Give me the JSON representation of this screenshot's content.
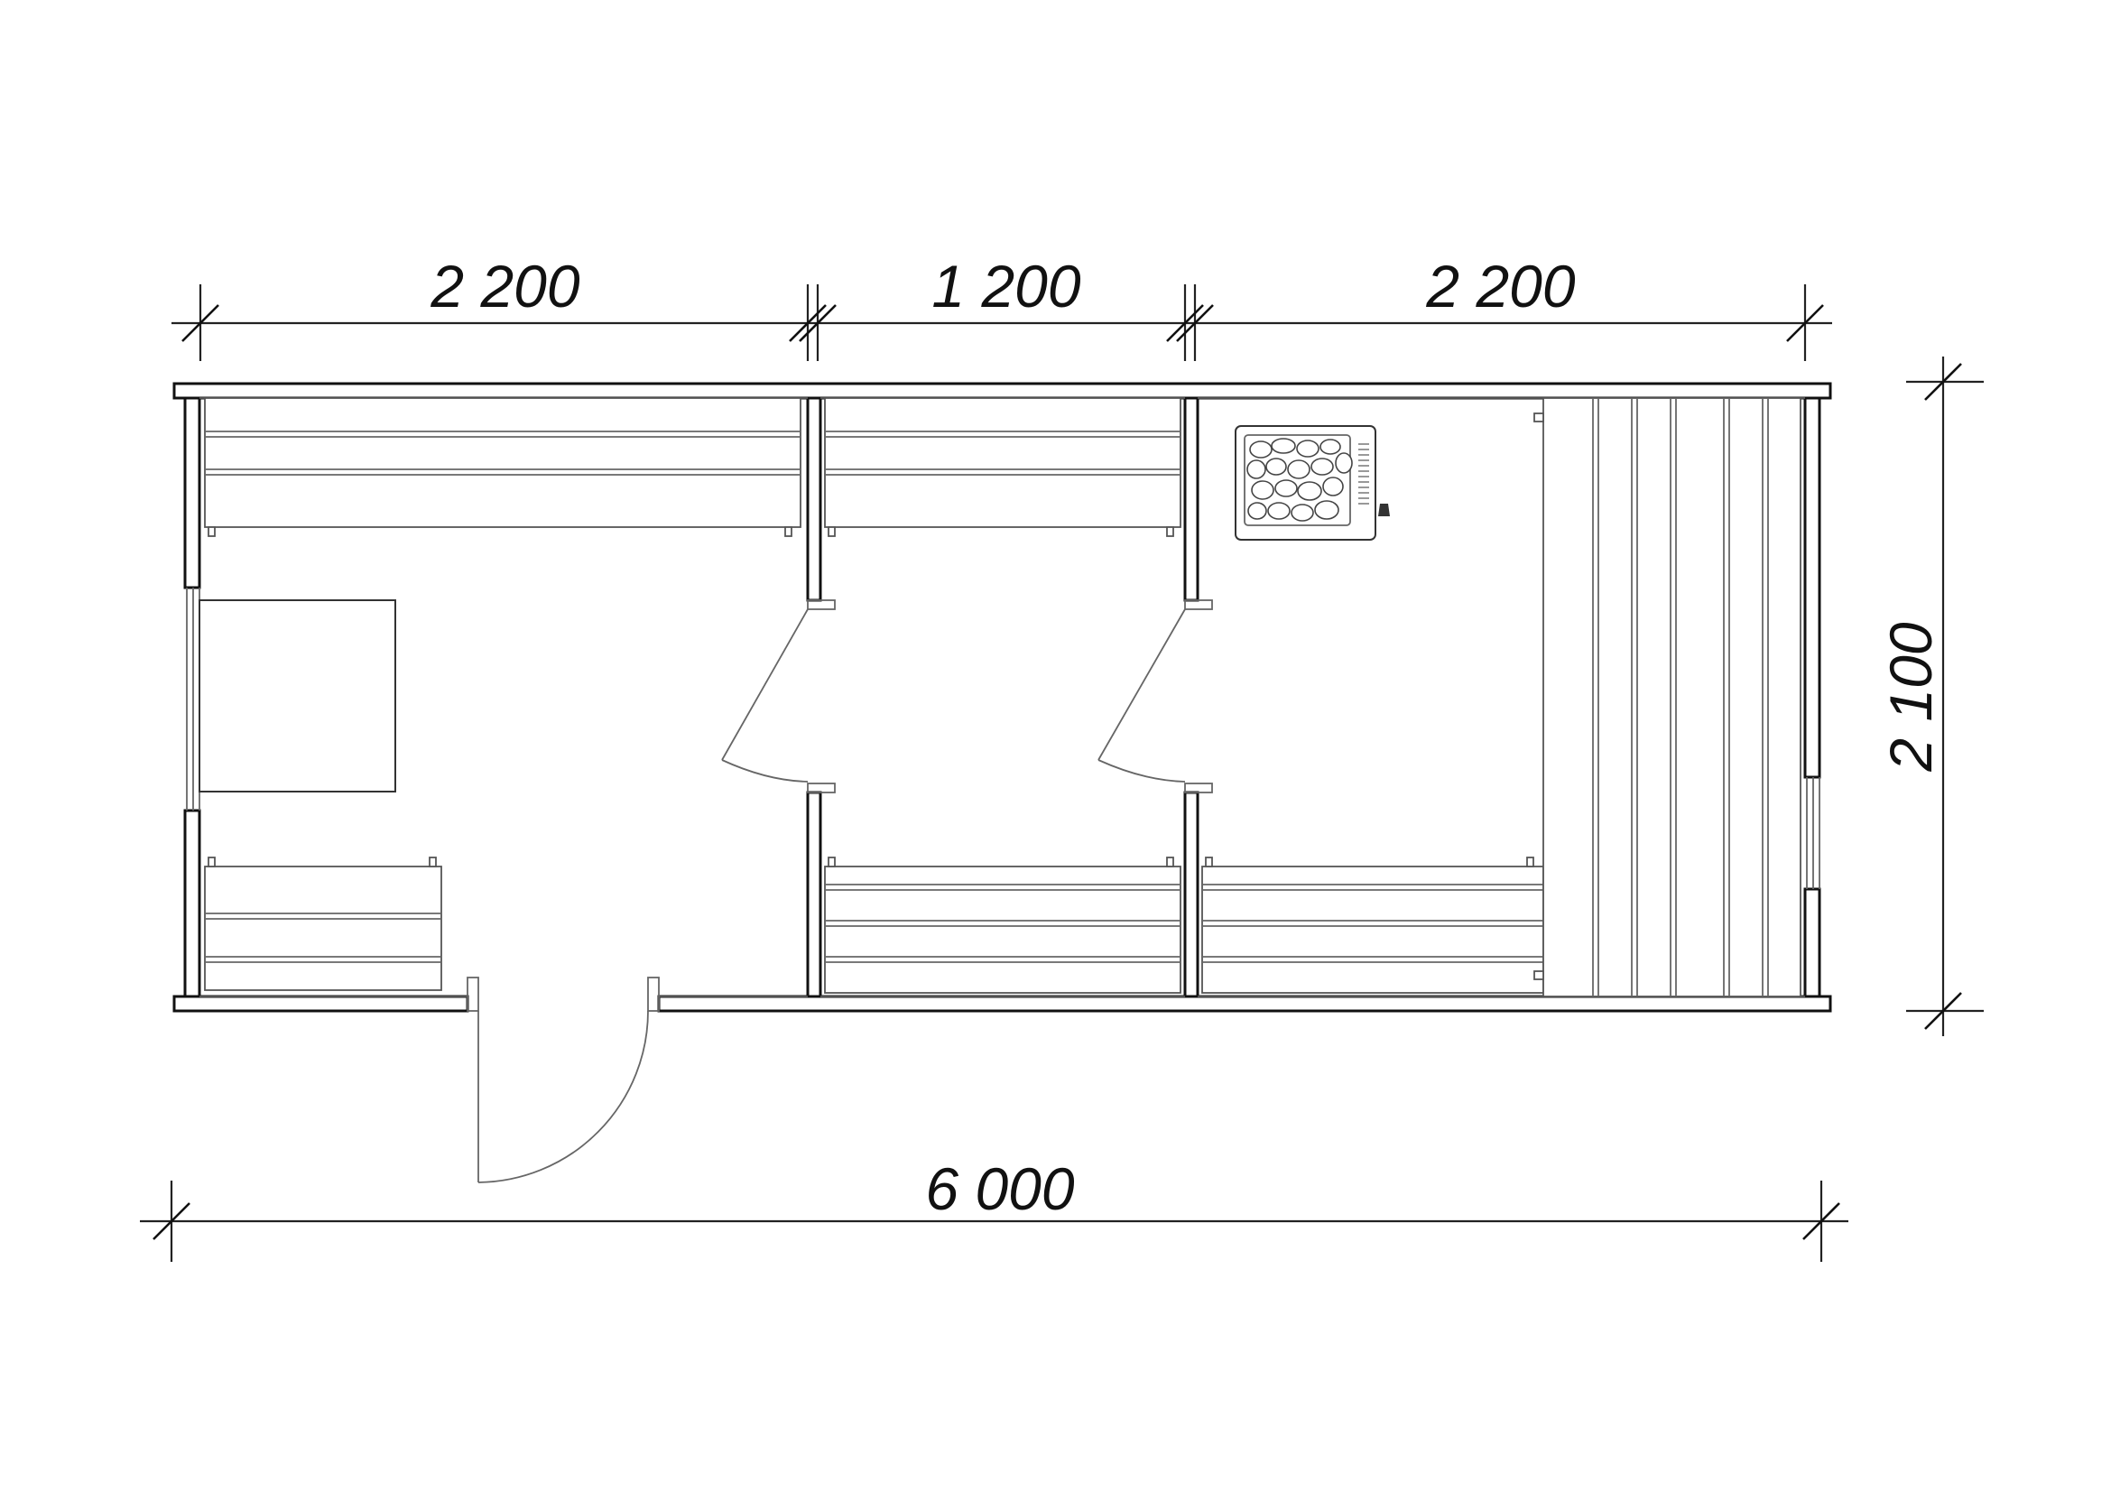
{
  "dimensions": {
    "top_left": "2 200",
    "top_middle": "1 200",
    "top_right": "2 200",
    "overall_width": "6 000",
    "overall_height": "2 100"
  },
  "colors": {
    "line": "#111111",
    "thin_line": "#666666",
    "background": "#ffffff"
  }
}
